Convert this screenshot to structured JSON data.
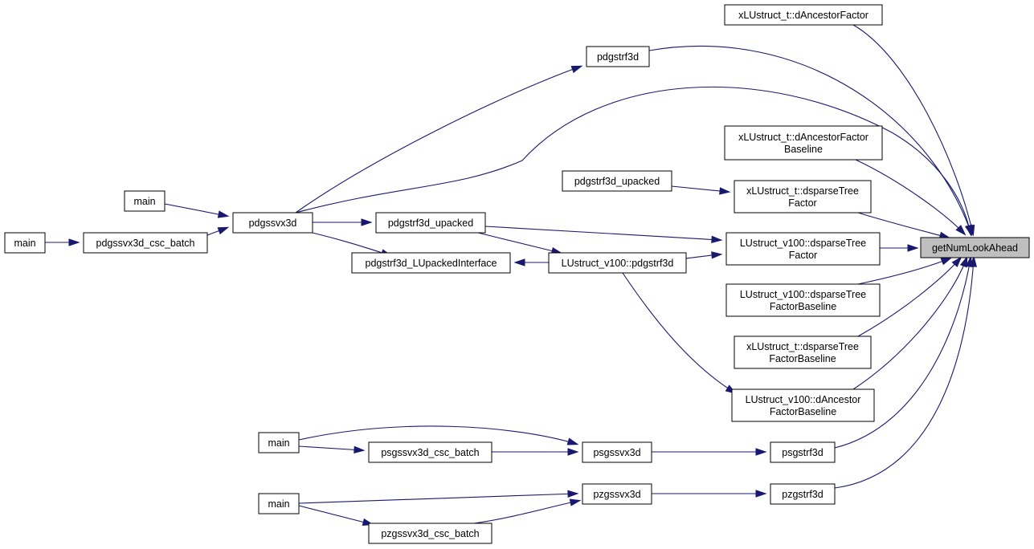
{
  "colors": {
    "edge": "#191970",
    "root_fill": "#bfbfbf",
    "node_fill": "#ffffff",
    "node_border": "#000000"
  },
  "nodes": {
    "getNumLookAhead": [
      "getNumLookAhead"
    ],
    "dAncestorFactor": [
      "xLUstruct_t::dAncestorFactor"
    ],
    "pdgstrf3d": [
      "pdgstrf3d"
    ],
    "dAncestorFactorBaseline": [
      "xLUstruct_t::dAncestorFactor",
      "Baseline"
    ],
    "pdgstrf3d_upacked_a": [
      "pdgstrf3d_upacked"
    ],
    "xDsparseTreeFactor": [
      "xLUstruct_t::dsparseTree",
      "Factor"
    ],
    "main1": [
      "main"
    ],
    "pdgssvx3d": [
      "pdgssvx3d"
    ],
    "pdgstrf3d_upacked_b": [
      "pdgstrf3d_upacked"
    ],
    "main2": [
      "main"
    ],
    "pdgssvx3d_csc_batch": [
      "pdgssvx3d_csc_batch"
    ],
    "v100DsparseTreeFactor": [
      "LUstruct_v100::dsparseTree",
      "Factor"
    ],
    "pdgstrf3d_LUpackedInterface": [
      "pdgstrf3d_LUpackedInterface"
    ],
    "v100pdgstrf3d": [
      "LUstruct_v100::pdgstrf3d"
    ],
    "v100DsparseTreeFactorBaseline": [
      "LUstruct_v100::dsparseTree",
      "FactorBaseline"
    ],
    "xDsparseTreeFactorBaseline": [
      "xLUstruct_t::dsparseTree",
      "FactorBaseline"
    ],
    "v100DAncestorFactorBaseline": [
      "LUstruct_v100::dAncestor",
      "FactorBaseline"
    ],
    "main3": [
      "main"
    ],
    "psgssvx3d_csc_batch": [
      "psgssvx3d_csc_batch"
    ],
    "psgssvx3d": [
      "psgssvx3d"
    ],
    "psgstrf3d": [
      "psgstrf3d"
    ],
    "main4": [
      "main"
    ],
    "pzgssvx3d": [
      "pzgssvx3d"
    ],
    "pzgstrf3d": [
      "pzgstrf3d"
    ],
    "pzgssvx3d_csc_batch": [
      "pzgssvx3d_csc_batch"
    ]
  },
  "edges": [
    [
      "dAncestorFactor",
      "getNumLookAhead"
    ],
    [
      "pdgstrf3d",
      "getNumLookAhead"
    ],
    [
      "pdgssvx3d",
      "getNumLookAhead"
    ],
    [
      "dAncestorFactorBaseline",
      "getNumLookAhead"
    ],
    [
      "xDsparseTreeFactor",
      "getNumLookAhead"
    ],
    [
      "v100DsparseTreeFactor",
      "getNumLookAhead"
    ],
    [
      "v100DsparseTreeFactorBaseline",
      "getNumLookAhead"
    ],
    [
      "xDsparseTreeFactorBaseline",
      "getNumLookAhead"
    ],
    [
      "v100DAncestorFactorBaseline",
      "getNumLookAhead"
    ],
    [
      "psgstrf3d",
      "getNumLookAhead"
    ],
    [
      "pzgstrf3d",
      "getNumLookAhead"
    ],
    [
      "pdgssvx3d",
      "pdgstrf3d"
    ],
    [
      "pdgstrf3d_upacked_a",
      "xDsparseTreeFactor"
    ],
    [
      "pdgstrf3d_upacked_b",
      "v100DsparseTreeFactor"
    ],
    [
      "v100pdgstrf3d",
      "v100DsparseTreeFactor"
    ],
    [
      "v100pdgstrf3d",
      "v100DAncestorFactorBaseline"
    ],
    [
      "main1",
      "pdgssvx3d"
    ],
    [
      "pdgssvx3d_csc_batch",
      "pdgssvx3d"
    ],
    [
      "main2",
      "pdgssvx3d_csc_batch"
    ],
    [
      "pdgssvx3d",
      "pdgstrf3d_upacked_b"
    ],
    [
      "pdgssvx3d",
      "v100pdgstrf3d"
    ],
    [
      "pdgstrf3d_upacked_b",
      "v100pdgstrf3d"
    ],
    [
      "v100pdgstrf3d",
      "pdgstrf3d_LUpackedInterface"
    ],
    [
      "main3",
      "psgssvx3d"
    ],
    [
      "main3",
      "psgssvx3d_csc_batch"
    ],
    [
      "psgssvx3d_csc_batch",
      "psgssvx3d"
    ],
    [
      "psgssvx3d",
      "psgstrf3d"
    ],
    [
      "main4",
      "pzgssvx3d"
    ],
    [
      "main4",
      "pzgssvx3d_csc_batch"
    ],
    [
      "pzgssvx3d_csc_batch",
      "pzgssvx3d"
    ],
    [
      "pzgssvx3d",
      "pzgstrf3d"
    ]
  ]
}
